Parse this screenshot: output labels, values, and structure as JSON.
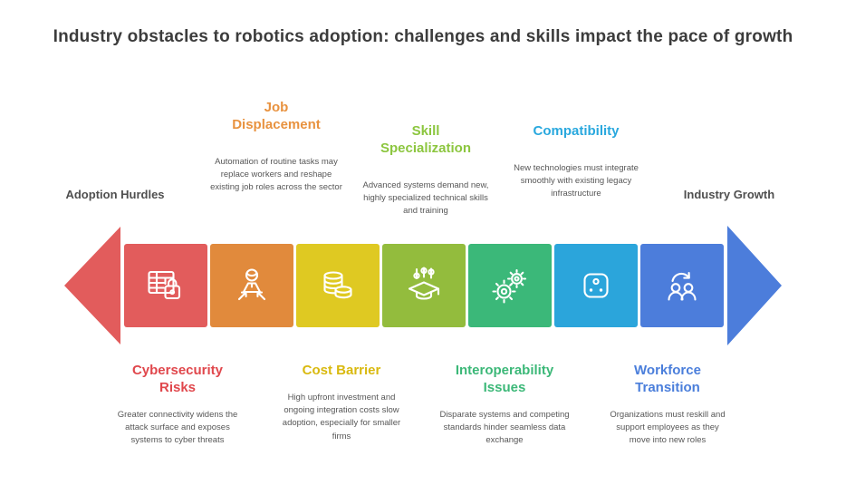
{
  "title": {
    "text": "Industry obstacles to robotics adoption: challenges and skills impact the pace of growth"
  },
  "endpoints": {
    "left": "Adoption Hurdles",
    "right": "Industry Growth"
  },
  "top_callouts": [
    {
      "title": "Job Displacement",
      "color": "#E8923F",
      "desc": "Automation of routine tasks may replace workers and reshape existing job roles across the sector"
    },
    {
      "title": "Skill Specialization",
      "color": "#8CC63F",
      "desc": "Advanced systems demand new, highly specialized technical skills and training"
    },
    {
      "title": "Compatibility",
      "color": "#29A8DE",
      "desc": "New technologies must integrate smoothly with existing legacy infrastructure"
    }
  ],
  "bottom_callouts": [
    {
      "title": "Cybersecurity Risks",
      "color": "#E0474C",
      "desc": "Greater connectivity widens the attack surface and exposes systems to cyber threats"
    },
    {
      "title": "Cost Barrier",
      "color": "#D9B90F",
      "desc": "High upfront investment and ongoing integration costs slow adoption, especially for smaller firms"
    },
    {
      "title": "Interoperability Issues",
      "color": "#3CB878",
      "desc": "Disparate systems and competing standards hinder seamless data exchange"
    },
    {
      "title": "Workforce Transition",
      "color": "#4A7EDB",
      "desc": "Organizations must reskill and support employees as they move into new roles"
    }
  ],
  "segments": [
    {
      "name": "Cybersecurity Risks",
      "icon": "table-lock-icon",
      "color": "#E25C5C"
    },
    {
      "name": "Job Displacement",
      "icon": "person-converging-arrows-icon",
      "color": "#E18A3C"
    },
    {
      "name": "Cost Barrier",
      "icon": "coins-icon",
      "color": "#DFC922"
    },
    {
      "name": "Skill Specialization",
      "icon": "graduation-sliders-icon",
      "color": "#93BC3D"
    },
    {
      "name": "Interoperability Issues",
      "icon": "gears-icon",
      "color": "#3BB879"
    },
    {
      "name": "Compatibility",
      "icon": "socket-icon",
      "color": "#2BA5DB"
    },
    {
      "name": "Workforce Transition",
      "icon": "people-refresh-icon",
      "color": "#4C7DDB"
    }
  ],
  "arrow": {
    "left_color": "#E25C5C",
    "right_color": "#4C7DDB"
  }
}
